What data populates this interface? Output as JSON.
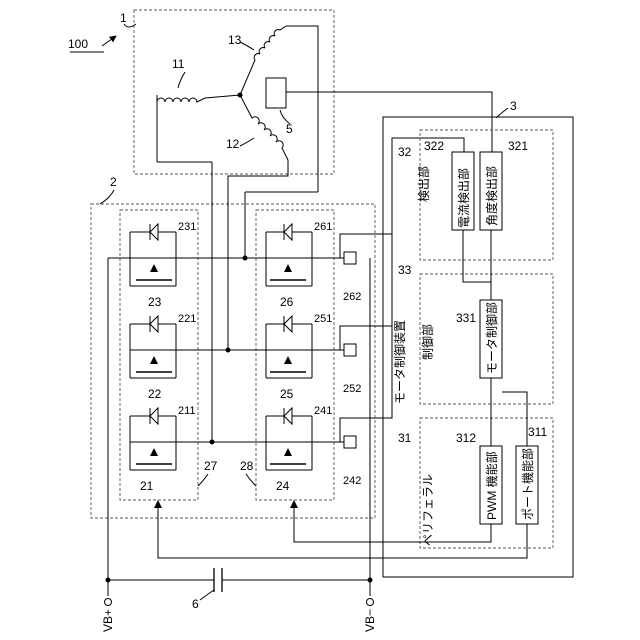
{
  "figure_ref": "100",
  "motor": {
    "ref": "1",
    "coils": [
      "11",
      "12",
      "13"
    ],
    "sensor": "5"
  },
  "inverter": {
    "ref": "2",
    "groups": [
      "27",
      "28"
    ],
    "switches": [
      "21",
      "22",
      "23",
      "24",
      "25",
      "26"
    ],
    "diodes": [
      "211",
      "221",
      "231",
      "241",
      "251",
      "261"
    ],
    "shunts": [
      "242",
      "252",
      "262"
    ]
  },
  "capacitor": "6",
  "terminals": {
    "vb_plus": "VB+",
    "vb_minus": "VB−"
  },
  "control": {
    "ref": "3",
    "detection": {
      "ref": "32",
      "label": "検出部",
      "current": {
        "ref": "322",
        "label": "電流検出部"
      },
      "angle": {
        "ref": "321",
        "label": "角度検出部"
      }
    },
    "motor_control": {
      "ref": "33",
      "label": "制御部",
      "device": "モータ制御装置",
      "block": {
        "ref": "331",
        "label": "モータ制御部"
      }
    },
    "peripheral": {
      "ref": "31",
      "label": "ペリフェラル",
      "pwm": {
        "ref": "312",
        "label": "PWM 機能部"
      },
      "port": {
        "ref": "311",
        "label": "ポート機能部"
      }
    }
  }
}
